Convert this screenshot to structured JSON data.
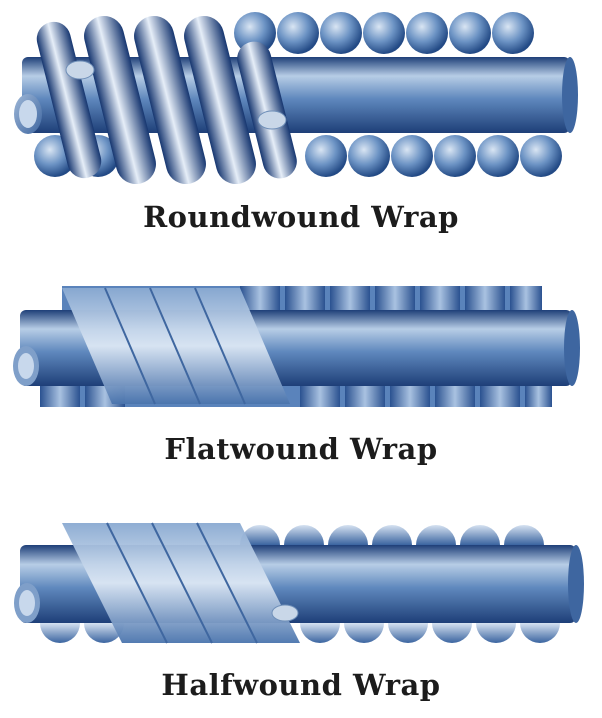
{
  "diagrams": [
    {
      "id": "roundwound",
      "caption": "Roundwound Wrap"
    },
    {
      "id": "flatwound",
      "caption": "Flatwound Wrap"
    },
    {
      "id": "halfwound",
      "caption": "Halfwound Wrap"
    }
  ],
  "colors": {
    "core_light": "#b7cde6",
    "core_mid": "#5f88bd",
    "core_dark": "#1e3f78",
    "winding_light": "#e6eef8",
    "winding_dark": "#163670",
    "caption_text": "#1c1c1c"
  }
}
